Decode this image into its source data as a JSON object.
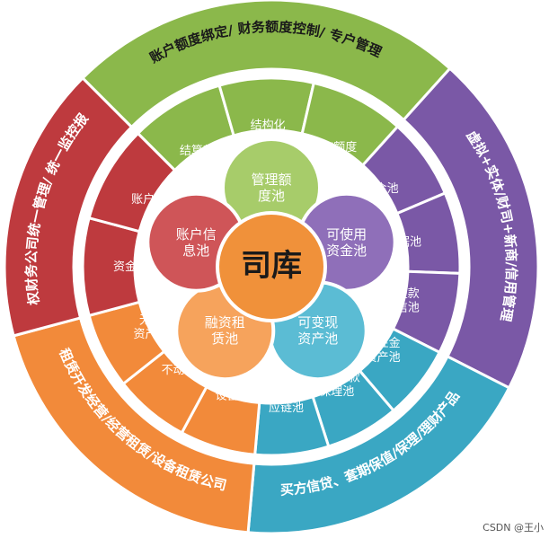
{
  "center": {
    "label": "司库"
  },
  "segments": [
    {
      "id": "mgmt",
      "color": "#8bb84b",
      "color_light": "#a7cc6a",
      "outer_text": "账户额度绑定/ 财务额度控制/ 专户管理",
      "middle_label": "管理额\n度池",
      "items": [
        "结算额度",
        "结构化\n额度",
        "提存额度"
      ]
    },
    {
      "id": "available",
      "color": "#7a58a6",
      "color_light": "#8f6fb9",
      "outer_text": "虚拟+实体/财司+新商/信用管理",
      "middle_label": "可使用\n资金池",
      "items": [
        "资金池",
        "票据池",
        "可提款\n授信池"
      ]
    },
    {
      "id": "liquid",
      "color": "#3aa7c3",
      "color_light": "#5bbcd4",
      "outer_text": "买方信贷、套期保值/保理/理财产品",
      "middle_label": "可变现\n资产池",
      "items": [
        "交易性金\n融资产池",
        "应收账款\n保理池",
        "存货供\n应链池"
      ]
    },
    {
      "id": "leasing",
      "color": "#f28a3a",
      "color_light": "#f6a35c",
      "outer_text": "租赁开发经营/经营租赁/设备租赁公司",
      "middle_label": "融资租\n赁池",
      "items": [
        "设备池",
        "不动产池",
        "无形\n资产池"
      ]
    },
    {
      "id": "account",
      "color": "#be3a3e",
      "color_light": "#cf5558",
      "outer_text": "授权财务公司统一管理/ 统一监控报表",
      "middle_label": "账户信\n息池",
      "items": [
        "资金监控",
        "账户管理"
      ]
    }
  ],
  "watermark": "CSDN @王小"
}
